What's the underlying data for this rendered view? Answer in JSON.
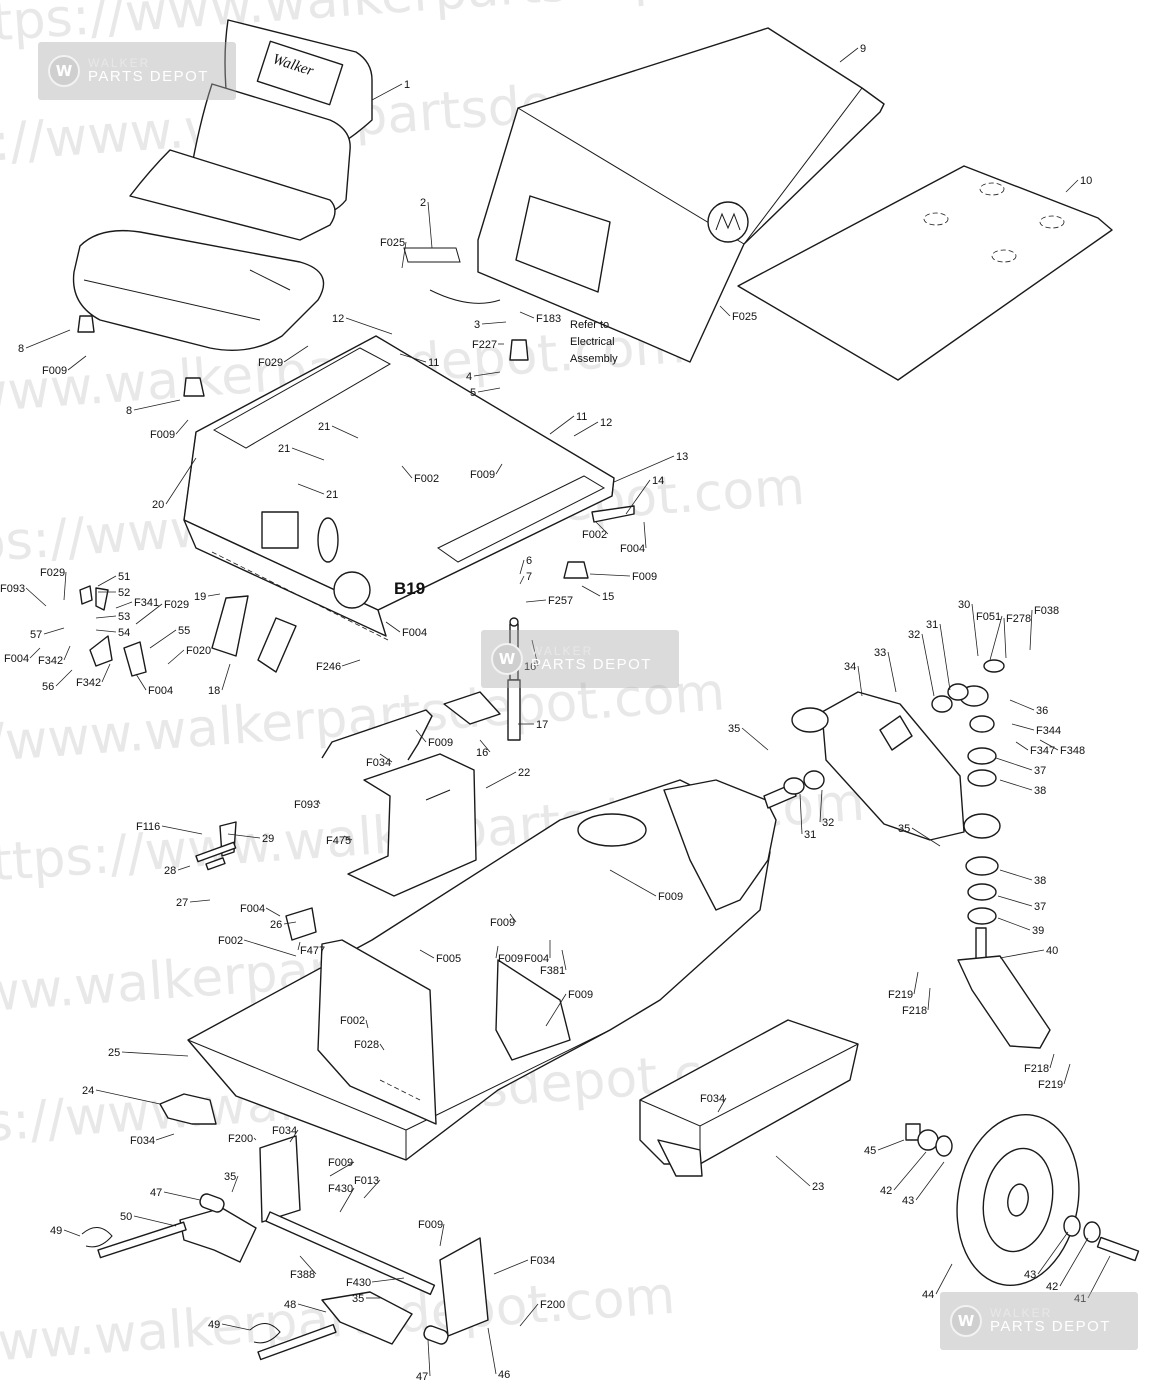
{
  "watermark": {
    "text": "https://www.walkerpartsdepot.com",
    "badge_line1": "WALKER",
    "badge_line2": "PARTS DEPOT",
    "logo_letter": "W"
  },
  "decal": {
    "brand": "Walker",
    "model": "B19"
  },
  "note": {
    "line1": "Refer to",
    "line2": "Electrical",
    "line3": "Assembly"
  },
  "callouts": [
    "1",
    "2",
    "F025",
    "3",
    "F183",
    "F227",
    "4",
    "5",
    "9",
    "10",
    "F025",
    "8",
    "F009",
    "8",
    "F009",
    "F029",
    "12",
    "11",
    "11",
    "12",
    "21",
    "21",
    "21",
    "20",
    "F002",
    "F009",
    "13",
    "14",
    "F002",
    "F004",
    "6",
    "7",
    "15",
    "F009",
    "F257",
    "F029",
    "F093",
    "51",
    "52",
    "F341",
    "F029",
    "57",
    "53",
    "54",
    "55",
    "F004",
    "F342",
    "56",
    "F342",
    "F020",
    "F004",
    "19",
    "18",
    "F004",
    "F246",
    "16",
    "16",
    "17",
    "F009",
    "F034",
    "22",
    "F093",
    "F475",
    "F116",
    "29",
    "28",
    "27",
    "F004",
    "26",
    "F477",
    "F002",
    "F005",
    "F009",
    "F009",
    "F004",
    "F381",
    "F009",
    "F009",
    "F002",
    "F028",
    "25",
    "24",
    "F034",
    "F200",
    "F034",
    "35",
    "F009",
    "F430",
    "F013",
    "47",
    "50",
    "49",
    "F388",
    "F009",
    "F430",
    "F034",
    "35",
    "48",
    "49",
    "F200",
    "47",
    "46",
    "23",
    "F034",
    "34",
    "33",
    "32",
    "31",
    "30",
    "F051",
    "F278",
    "F038",
    "36",
    "F344",
    "F347",
    "F348",
    "37",
    "38",
    "35",
    "31",
    "32",
    "35",
    "38",
    "37",
    "39",
    "40",
    "F219",
    "F218",
    "F218",
    "F219",
    "45",
    "42",
    "43",
    "44",
    "43",
    "42",
    "41"
  ]
}
